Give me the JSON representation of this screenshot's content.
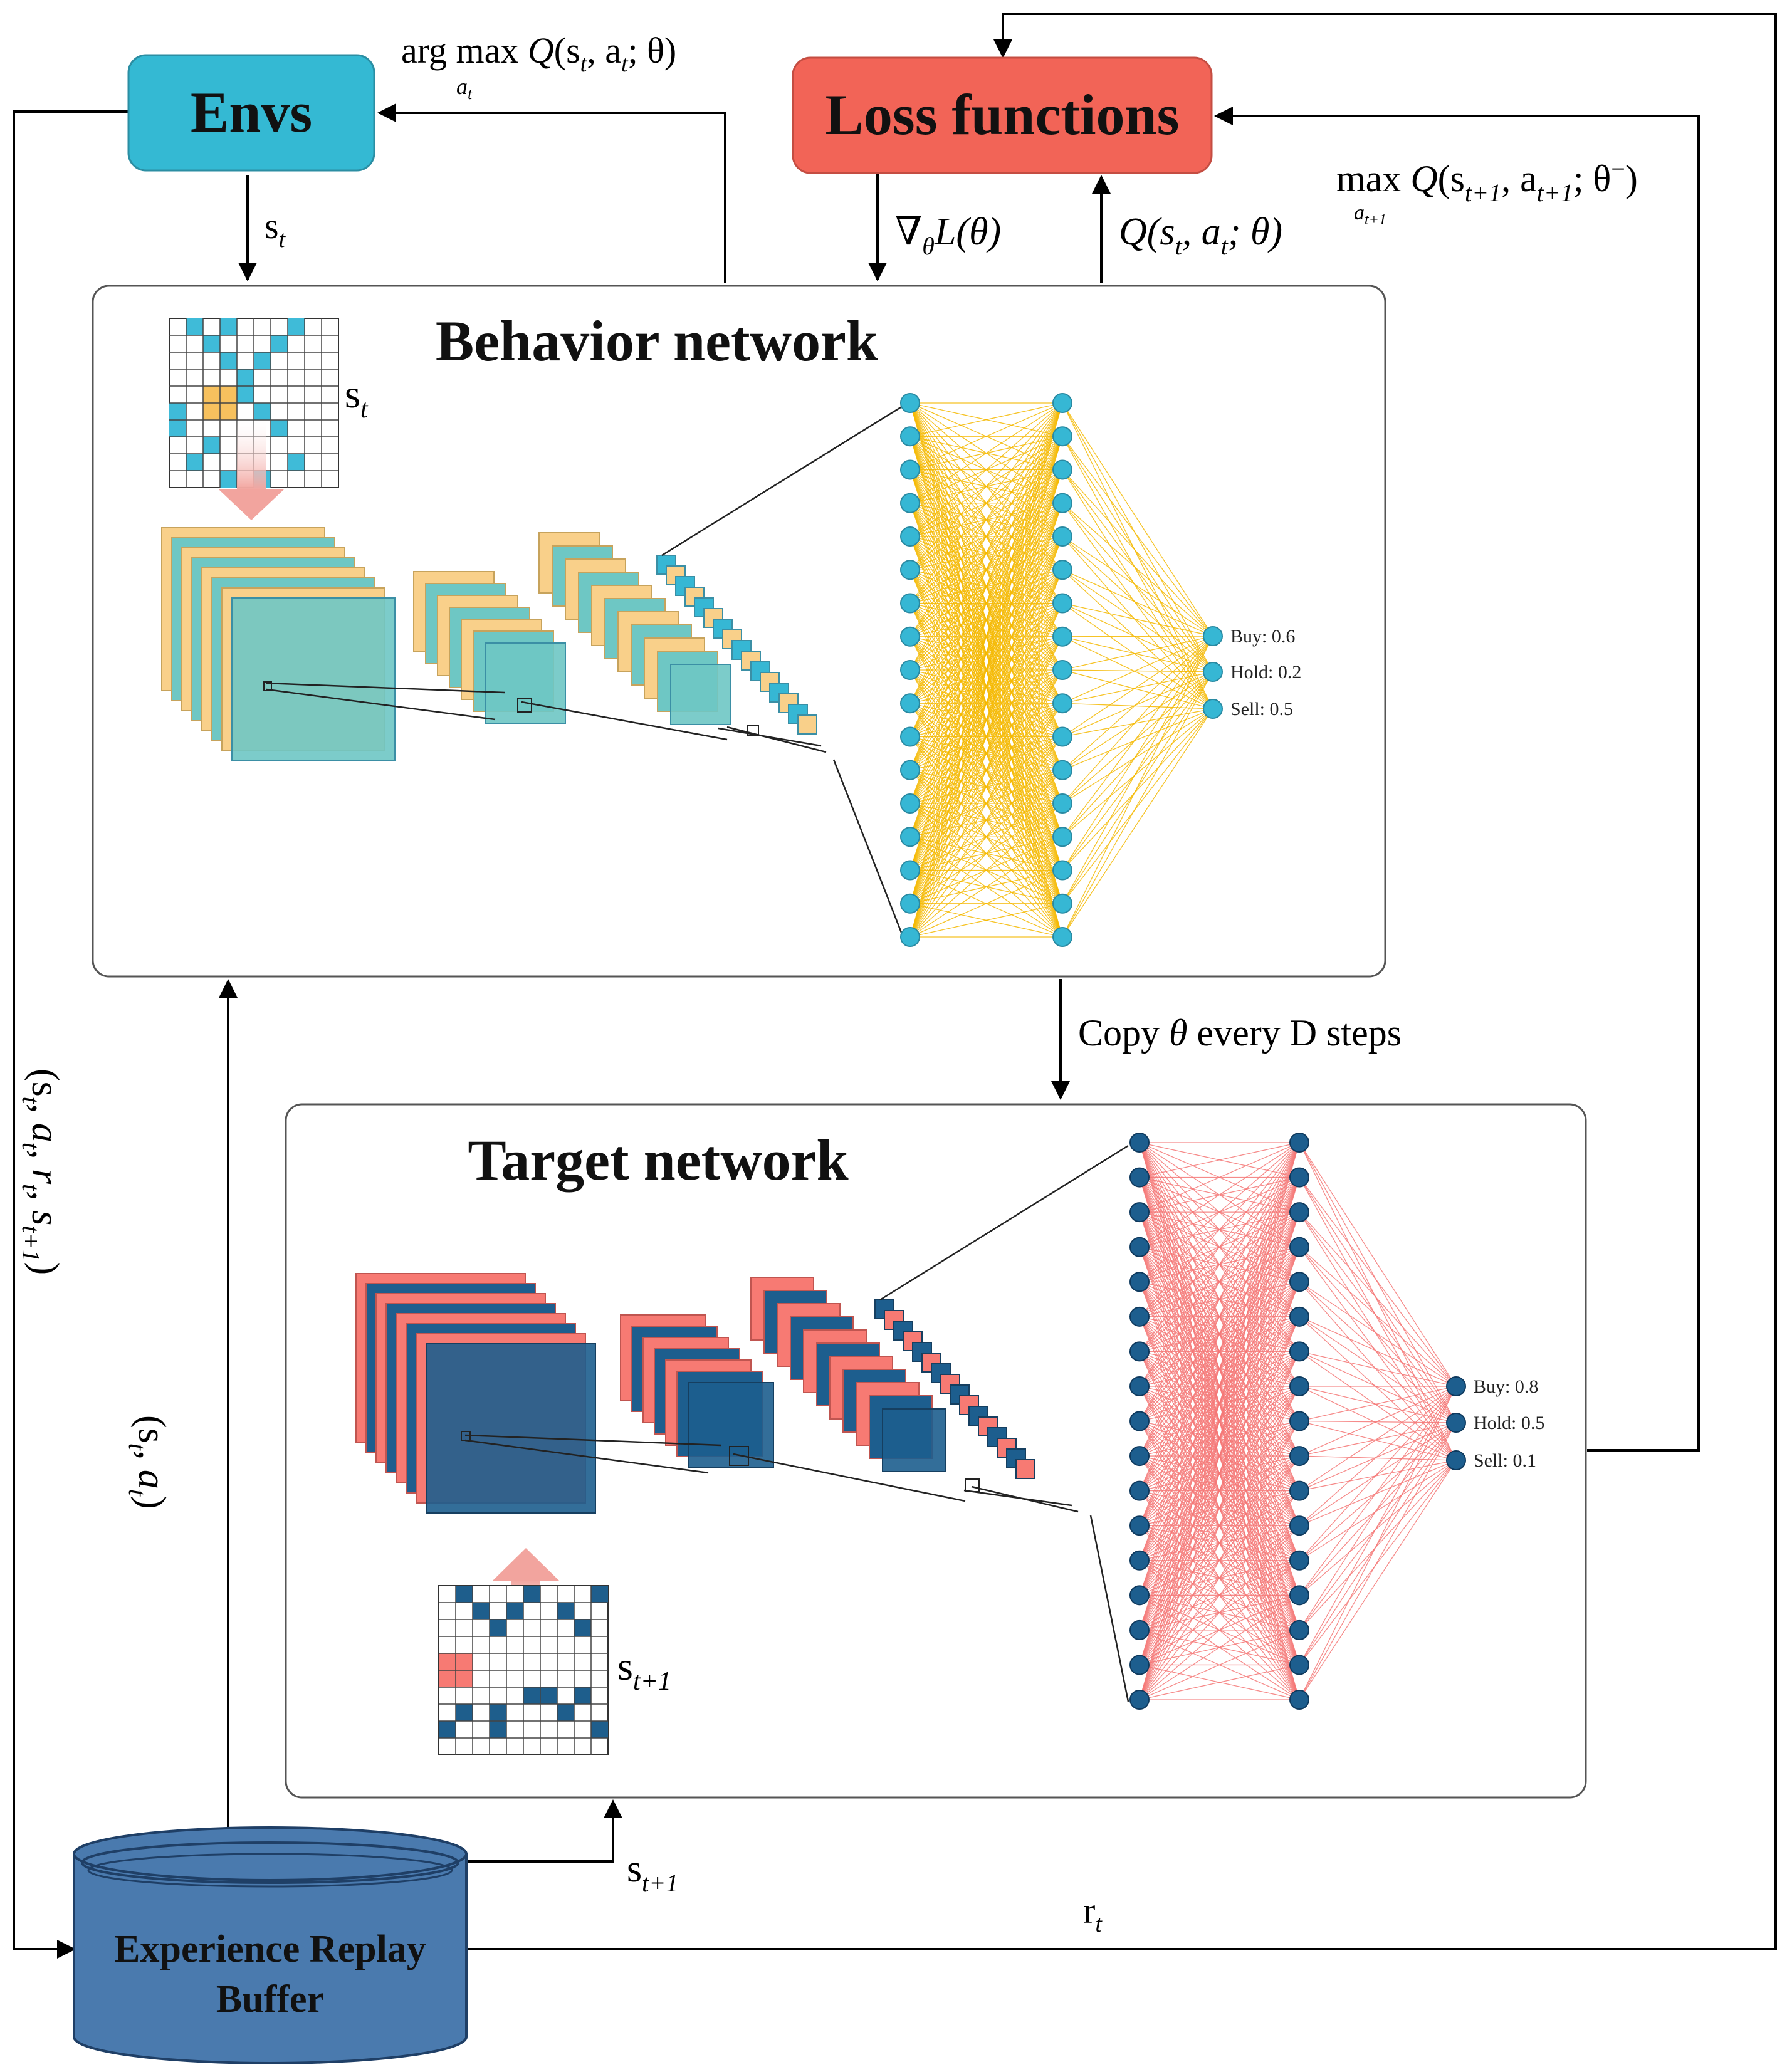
{
  "colors": {
    "envs_fill": "#34B9D3",
    "loss_fill": "#F26457",
    "behavior_accent": "#F5B800",
    "behavior_node": "#36B7D4",
    "behavior_map": "#F9D08A",
    "behavior_map_cell": "#3FBBD8",
    "target_accent": "#F47775",
    "target_node": "#1D5E8E",
    "target_map": "#F77A73",
    "target_map_cell": "#1E5E8C",
    "buffer_fill": "#4A7AAE"
  },
  "boxes": {
    "envs": "Envs",
    "loss": "Loss functions",
    "buffer_line1": "Experience Replay",
    "buffer_line2": "Buffer"
  },
  "panels": {
    "behavior_title": "Behavior network",
    "target_title": "Target network"
  },
  "labels": {
    "argmax": {
      "pre": "arg max ",
      "q": "Q",
      "args": "(s",
      "sub_t": "t",
      "mid": ", a",
      "sub_t2": "t",
      "tail": "; θ)",
      "below": "a",
      "below_sub": "t"
    },
    "st_envs": {
      "s": "s",
      "sub": "t"
    },
    "gradient": {
      "nabla": "∇",
      "sub": "θ",
      "body": "L(θ)"
    },
    "q_current": "Q(s",
    "q_current_t": "t",
    "q_current_mid": ", a",
    "q_current_t2": "t",
    "q_current_tail": "; θ)",
    "maxq": {
      "pre": "max ",
      "q": "Q",
      "args": "(s",
      "sub1": "t+1",
      "mid": ", a",
      "sub2": "t+1",
      "tail": "; θ",
      "sup": "−",
      "close": ")",
      "below": "a",
      "below_sub": "t+1"
    },
    "st_behavior": {
      "s": "s",
      "sub": "t"
    },
    "st1_target": {
      "s": "s",
      "sub": "t+1"
    },
    "st1_buffer": {
      "s": "s",
      "sub": "t+1"
    },
    "rt": {
      "r": "r",
      "sub": "t"
    },
    "copy": {
      "pre": "Copy ",
      "theta": "θ",
      "post": " every D steps"
    },
    "transition": {
      "open": "(s",
      "sub1": "t",
      "a": ", a",
      "sub2": "t",
      "r": ", r",
      "sub3": "t",
      "s": ", s",
      "sub4": "t+1",
      "close": ")"
    },
    "sa": {
      "open": "(s",
      "sub1": "t",
      "a": ", a",
      "sub2": "t",
      "close": ")"
    }
  },
  "outputs": {
    "behavior": [
      {
        "action": "Buy",
        "value": 0.6,
        "label": "Buy: 0.6"
      },
      {
        "action": "Hold",
        "value": 0.2,
        "label": "Hold: 0.2"
      },
      {
        "action": "Sell",
        "value": 0.5,
        "label": "Sell: 0.5"
      }
    ],
    "target": [
      {
        "action": "Buy",
        "value": 0.8,
        "label": "Buy: 0.8"
      },
      {
        "action": "Hold",
        "value": 0.5,
        "label": "Hold: 0.5"
      },
      {
        "action": "Sell",
        "value": 0.1,
        "label": "Sell: 0.1"
      }
    ]
  }
}
